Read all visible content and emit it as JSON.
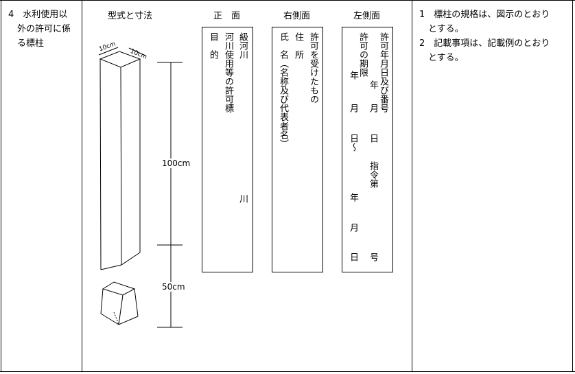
{
  "category": {
    "line1": "4　水利使用以",
    "line2": "外の許可に係",
    "line3": "る標柱"
  },
  "headers": {
    "form": "型式と寸法",
    "front": "正　面",
    "right": "右側面",
    "left": "左側面"
  },
  "dimensions": {
    "width_top": "10cm",
    "depth_top": "10cm",
    "height_upper": "100cm",
    "height_lower": "50cm"
  },
  "front": {
    "col1": "級河川",
    "col1_bottom": "川",
    "col2": "河川使用等の許可標",
    "col3": "目　的"
  },
  "right": {
    "col1": "許可を受けたもの",
    "col2": "住　所",
    "col3": "氏　名（名称及び代表者名）"
  },
  "left": {
    "col1_top": "許可年月日及び番号",
    "col1_mid": "指令第",
    "col1_bottom": "号",
    "col2_top": "許可の期限",
    "col2_a": "年",
    "col2_b": "月",
    "col2_c": "日",
    "col3_a": "年",
    "col3_b": "月",
    "col3_c": "日～",
    "col3_d": "年",
    "col3_e": "月",
    "col3_f": "日"
  },
  "notes": {
    "n1_line1": "1　標柱の規格は、図示のとおり",
    "n1_line2": "とする。",
    "n2_line1": "2　記載事項は、記載例のとおり",
    "n2_line2": "とする。"
  }
}
